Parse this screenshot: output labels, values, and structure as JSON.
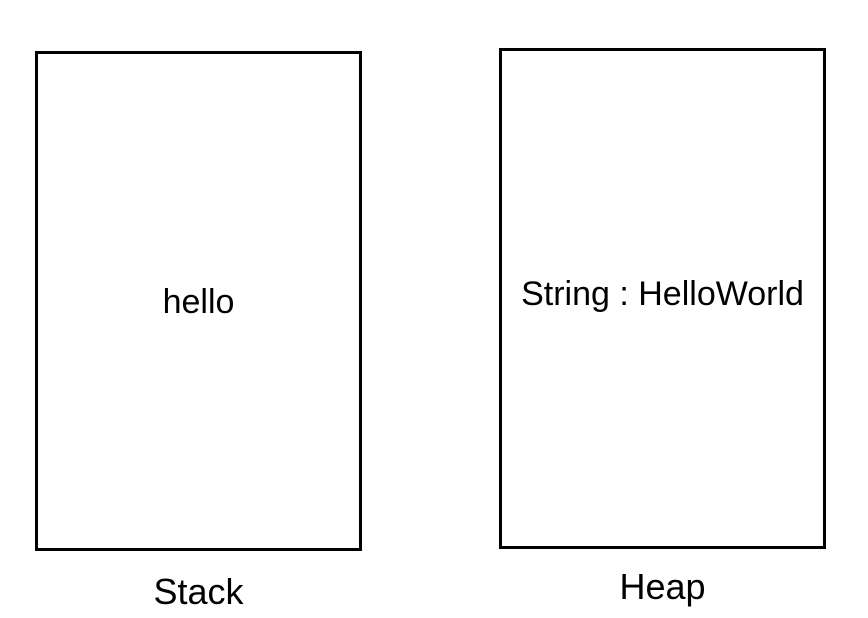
{
  "stack": {
    "content": "hello",
    "caption": "Stack"
  },
  "heap": {
    "content": "String : HelloWorld",
    "caption": "Heap"
  },
  "colors": {
    "stroke": "#000000",
    "fill": "#ffffff",
    "text": "#000000"
  }
}
